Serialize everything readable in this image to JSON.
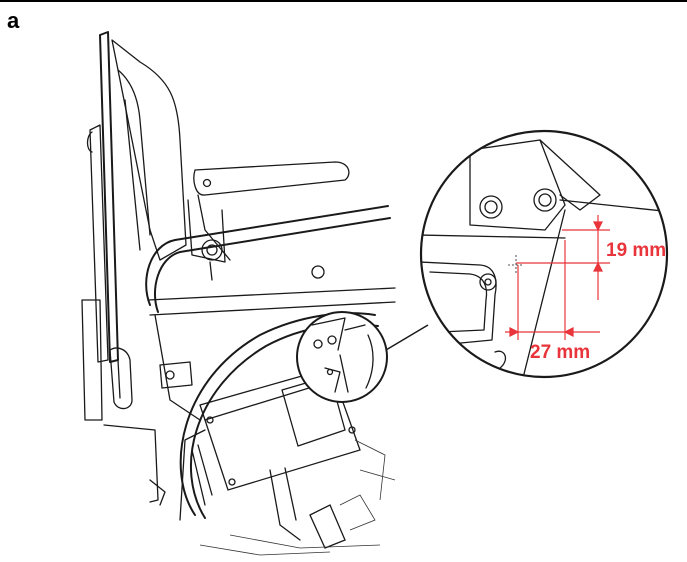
{
  "figure": {
    "label": "a"
  },
  "dimensions": [
    {
      "value": "19 mm"
    },
    {
      "value": "27 mm"
    }
  ],
  "colors": {
    "dimension": "#e8343a",
    "line": "#1a1a1a"
  }
}
